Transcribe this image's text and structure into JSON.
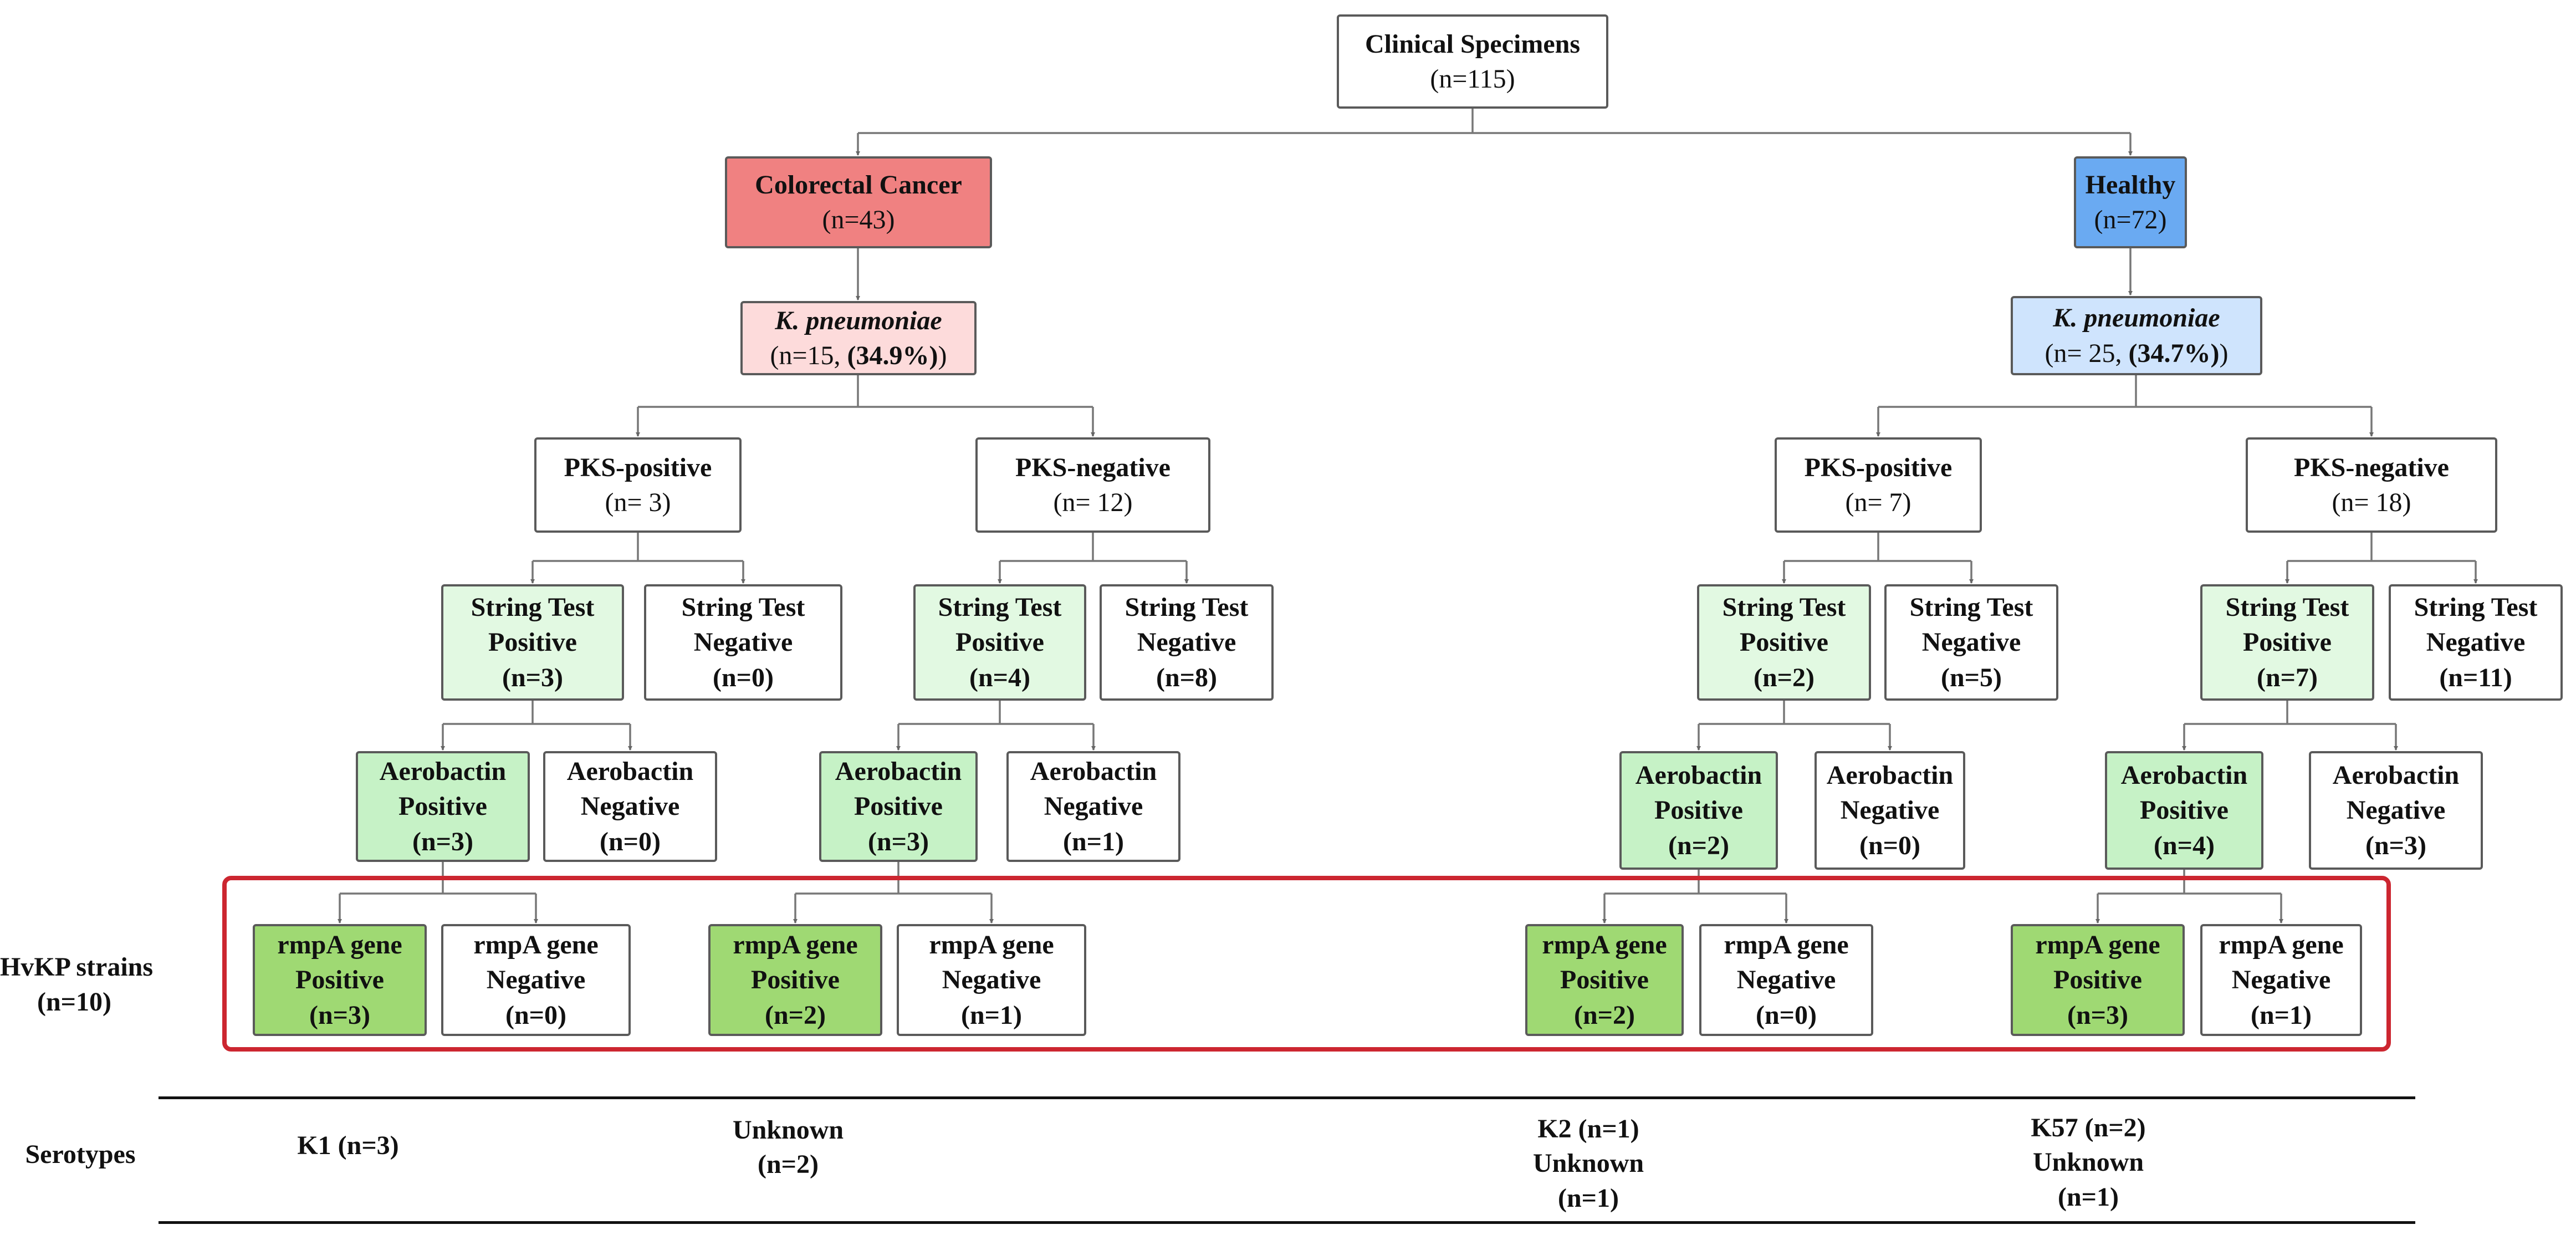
{
  "colors": {
    "crc": "#f08181",
    "crc_light": "#fddbdb",
    "healthy": "#6aaaf2",
    "healthy_light": "#cfe4fd",
    "pale_green": "#e2f9e2",
    "mid_green": "#c6f2c6",
    "dark_green": "#9fd973",
    "frame_red": "#cc2630"
  },
  "root": {
    "title": "Clinical Specimens",
    "count": "(n=115)"
  },
  "crc": {
    "group": {
      "title": "Colorectal Cancer",
      "count": "(n=43)"
    },
    "kp": {
      "title": "K. pneumoniae",
      "count_prefix": "(n=15, ",
      "pct": "(34.9%)",
      "count_suffix": ")"
    },
    "pks_pos": {
      "title": "PKS-positive",
      "count": "(n= 3)",
      "string_pos": {
        "l1": "String Test",
        "l2": "Positive",
        "n": "(n=3)"
      },
      "string_neg": {
        "l1": "String Test",
        "l2": "Negative",
        "n": "(n=0)"
      },
      "aero_pos": {
        "l1": "Aerobactin",
        "l2": "Positive",
        "n": "(n=3)"
      },
      "aero_neg": {
        "l1": "Aerobactin",
        "l2": "Negative",
        "n": "(n=0)"
      },
      "rmpa_pos": {
        "l1": "rmpA gene",
        "l2": "Positive",
        "n": "(n=3)"
      },
      "rmpa_neg": {
        "l1": "rmpA gene",
        "l2": "Negative",
        "n": "(n=0)"
      }
    },
    "pks_neg": {
      "title": "PKS-negative",
      "count": "(n= 12)",
      "string_pos": {
        "l1": "String Test",
        "l2": "Positive",
        "n": "(n=4)"
      },
      "string_neg": {
        "l1": "String Test",
        "l2": "Negative",
        "n": "(n=8)"
      },
      "aero_pos": {
        "l1": "Aerobactin",
        "l2": "Positive",
        "n": "(n=3)"
      },
      "aero_neg": {
        "l1": "Aerobactin",
        "l2": "Negative",
        "n": "(n=1)"
      },
      "rmpa_pos": {
        "l1": "rmpA gene",
        "l2": "Positive",
        "n": "(n=2)"
      },
      "rmpa_neg": {
        "l1": "rmpA gene",
        "l2": "Negative",
        "n": "(n=1)"
      }
    }
  },
  "healthy": {
    "group": {
      "title": "Healthy",
      "count": "(n=72)"
    },
    "kp": {
      "title": "K. pneumoniae",
      "count_prefix": "(n= 25, ",
      "pct": "(34.7%)",
      "count_suffix": ")"
    },
    "pks_pos": {
      "title": "PKS-positive",
      "count": "(n= 7)",
      "string_pos": {
        "l1": "String Test",
        "l2": "Positive",
        "n": "(n=2)"
      },
      "string_neg": {
        "l1": "String Test",
        "l2": "Negative",
        "n": "(n=5)"
      },
      "aero_pos": {
        "l1": "Aerobactin",
        "l2": "Positive",
        "n": "(n=2)"
      },
      "aero_neg": {
        "l1": "Aerobactin",
        "l2": "Negative",
        "n": "(n=0)"
      },
      "rmpa_pos": {
        "l1": "rmpA gene",
        "l2": "Positive",
        "n": "(n=2)"
      },
      "rmpa_neg": {
        "l1": "rmpA gene",
        "l2": "Negative",
        "n": "(n=0)"
      }
    },
    "pks_neg": {
      "title": "PKS-negative",
      "count": "(n= 18)",
      "string_pos": {
        "l1": "String Test",
        "l2": "Positive",
        "n": "(n=7)"
      },
      "string_neg": {
        "l1": "String Test",
        "l2": "Negative",
        "n": "(n=11)"
      },
      "aero_pos": {
        "l1": "Aerobactin",
        "l2": "Positive",
        "n": "(n=4)"
      },
      "aero_neg": {
        "l1": "Aerobactin",
        "l2": "Negative",
        "n": "(n=3)"
      },
      "rmpa_pos": {
        "l1": "rmpA gene",
        "l2": "Positive",
        "n": "(n=3)"
      },
      "rmpa_neg": {
        "l1": "rmpA gene",
        "l2": "Negative",
        "n": "(n=1)"
      }
    }
  },
  "hvkp_label": {
    "l1": "HvKP strains",
    "l2": "(n=10)"
  },
  "serotypes": {
    "label": "Serotypes",
    "crc_pks_pos": {
      "l1": "K1 (n=3)"
    },
    "crc_pks_neg": {
      "l1": "Unknown",
      "l2": "(n=2)"
    },
    "healthy_pks_pos": {
      "l1": "K2 (n=1)",
      "l2": "Unknown",
      "l3": "(n=1)"
    },
    "healthy_pks_neg": {
      "l1": "K57 (n=2)",
      "l2": "Unknown",
      "l3": "(n=1)"
    }
  }
}
